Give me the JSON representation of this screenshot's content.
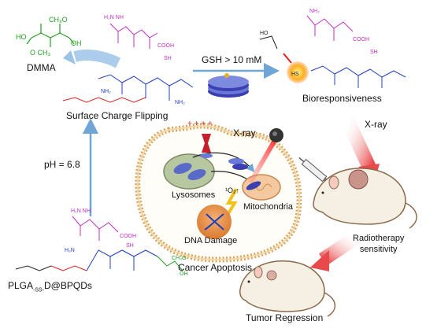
{
  "labels": {
    "dmma": "DMMA",
    "surface_charge_flipping": "Surface Charge Flipping",
    "ph": "pH = 6.8",
    "plga_prefix": "PLGA",
    "plga_sub": "-SS-",
    "plga_suffix": "D@BPQDs",
    "gsh": "GSH  >  10 mM",
    "bioresponsiveness": "Bioresponsiveness",
    "xray_center": "X-ray",
    "xray_right": "X-ray",
    "lysosomes": "Lysosomes",
    "mitochondria": "Mitochondria",
    "singlet_oxygen": "¹O₂↑",
    "dna_damage": "DNA Damage",
    "cancer_apoptosis": "Cancer Apoptosis",
    "radiotherapy_sensitivity": "Radiotherapy\nsensitivity",
    "tumor_regression": "Tumor Regression"
  },
  "colors": {
    "arrow_blue": "#6fa6d6",
    "arrow_red": "#e8494a",
    "membrane": "#d9a35a",
    "chain_magenta": "#c02fc0",
    "chain_green": "#22a022",
    "chain_blue": "#1f3fbf",
    "chain_red": "#e02020"
  },
  "icons": [
    "x-ray-source-icon",
    "syringe-icon",
    "nanoparticle-icon",
    "mouse-icon",
    "dna-icon"
  ]
}
